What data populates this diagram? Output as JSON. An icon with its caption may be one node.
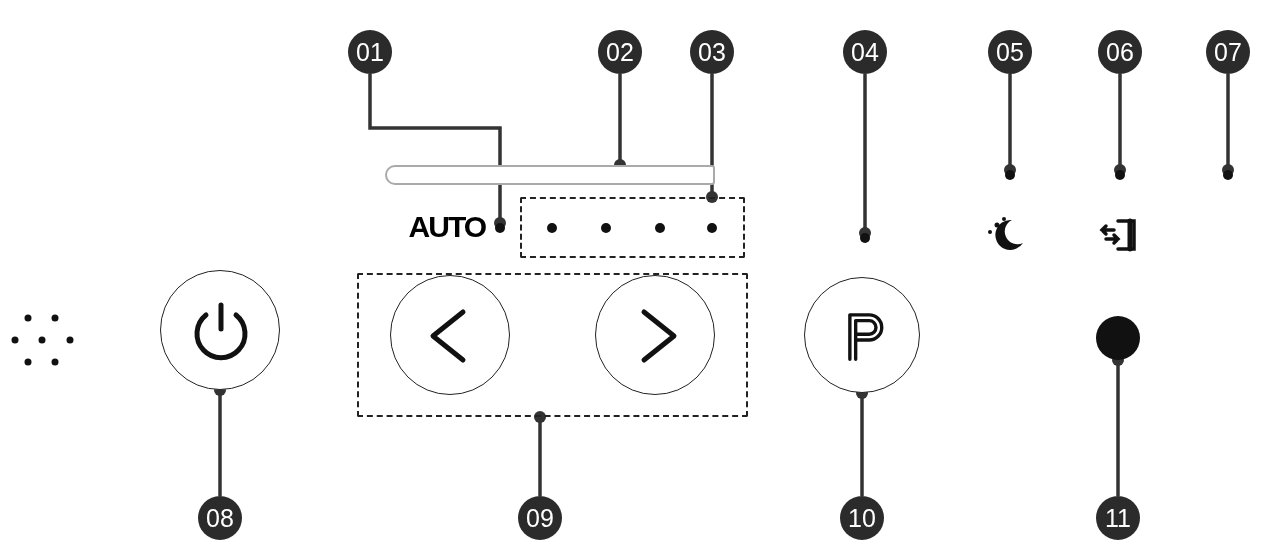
{
  "diagram": {
    "nodes": [
      {
        "text": [
          "01"
        ]
      },
      {
        "text": [
          "02"
        ]
      },
      {
        "text": [
          "03"
        ]
      },
      {
        "text": [
          "04"
        ]
      },
      {
        "text": [
          "05"
        ]
      },
      {
        "text": [
          "06"
        ]
      },
      {
        "text": [
          "07"
        ]
      },
      {
        "text": [],
        "shape": "bar"
      },
      {
        "text": [],
        "shape": "circle"
      },
      {
        "text": [],
        "shape": "box"
      },
      {
        "text": [],
        "shape": "circle"
      },
      {
        "text": [],
        "shape": "circle"
      },
      {
        "text": [],
        "shape": "circle"
      },
      {
        "text": [],
        "shape": "circle"
      },
      {
        "text": [],
        "shape": "circle"
      },
      {
        "text": [],
        "shape": "box"
      },
      {
        "text": [],
        "shape": "circle",
        "in": 15
      },
      {
        "text": [],
        "shape": "circle",
        "in": 15
      },
      {
        "text": [],
        "shape": "circle"
      },
      {
        "text": [],
        "shape": "circle"
      },
      {
        "text": [
          "08"
        ]
      },
      {
        "text": [
          "09"
        ]
      },
      {
        "text": [
          "10"
        ]
      },
      {
        "text": [
          "11"
        ]
      }
    ],
    "edges": [
      {
        "from": 0,
        "to": 8,
        "arrow": "other"
      },
      {
        "from": 1,
        "to": 7,
        "arrow": "other"
      },
      {
        "from": 2,
        "to": 9,
        "arrow": "other"
      },
      {
        "from": 3,
        "to": 10,
        "arrow": "other"
      },
      {
        "from": 4,
        "to": 11,
        "arrow": "other"
      },
      {
        "from": 5,
        "to": 12,
        "arrow": "other"
      },
      {
        "from": 6,
        "to": 13,
        "arrow": "other"
      },
      {
        "from": 20,
        "to": 14,
        "arrow": "other"
      },
      {
        "from": 21,
        "to": 15,
        "arrow": "other"
      },
      {
        "from": 22,
        "to": 18,
        "arrow": "other"
      },
      {
        "from": 23,
        "to": 19,
        "arrow": "other"
      }
    ],
    "labels": [
      "AUTO"
    ]
  }
}
